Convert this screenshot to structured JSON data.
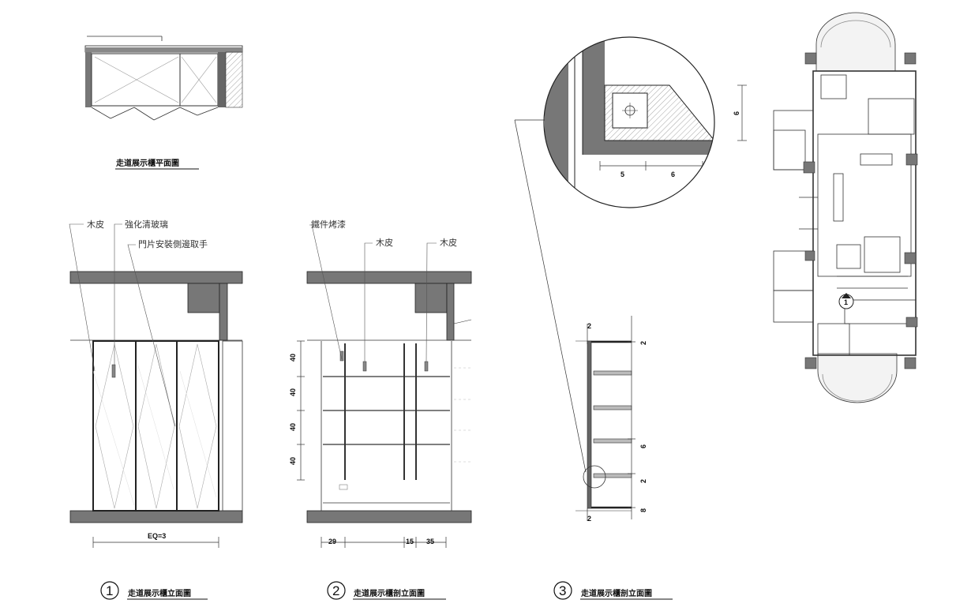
{
  "plan_view": {
    "title": "走道展示櫃平面圖"
  },
  "elevation_1": {
    "number": "1",
    "title": "走道展示櫃立面圖",
    "labels": [
      "木皮",
      "強化清玻璃",
      "門片安裝側邊取手"
    ],
    "dim_width": "EQ=3"
  },
  "elevation_2": {
    "number": "2",
    "title": "走道展示櫃剖立面圖",
    "labels": [
      "鐵件烤漆",
      "木皮",
      "木皮"
    ],
    "vertical_dims": [
      "40",
      "40",
      "40",
      "40"
    ],
    "bottom_dims": [
      "29",
      "15",
      "35"
    ]
  },
  "section_3": {
    "number": "3",
    "title": "走道展示櫃剖立面圖",
    "top_dim": "2",
    "bottom_dim": "2",
    "right_dims": [
      "2",
      "6",
      "2",
      "8"
    ]
  },
  "detail": {
    "dims": [
      "6",
      "5",
      "6"
    ]
  },
  "floor_plan": {
    "marker": "1"
  }
}
